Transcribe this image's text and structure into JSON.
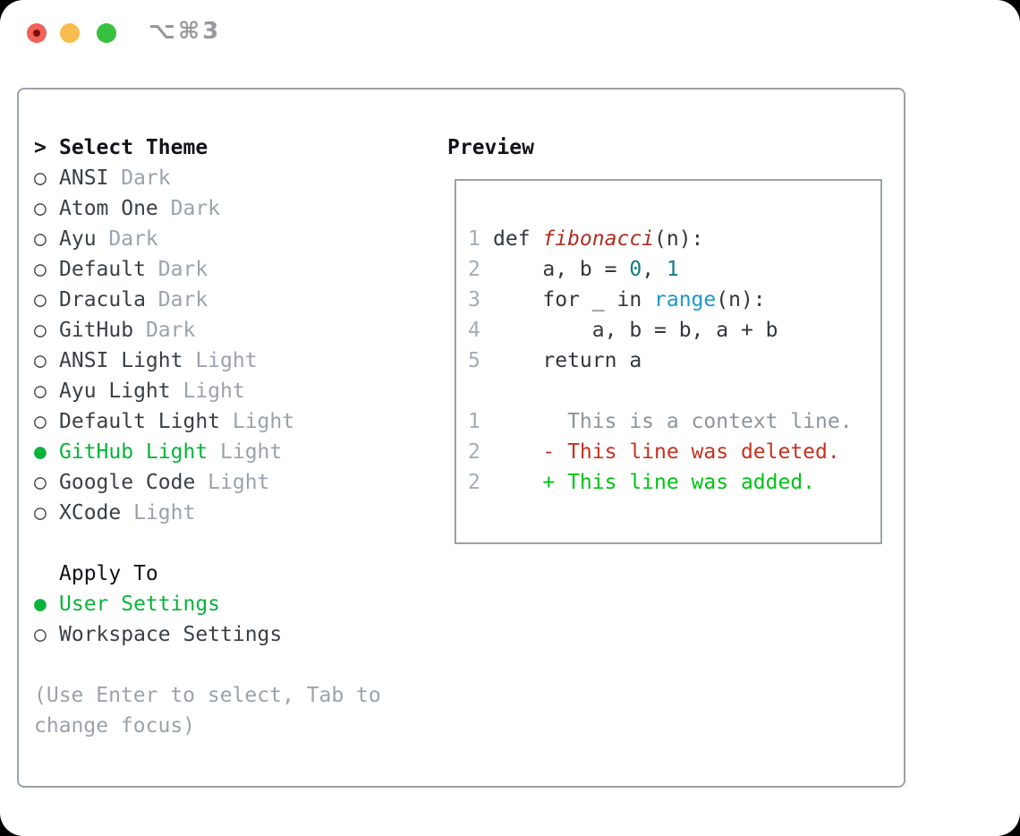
{
  "titlebar": {
    "shortcut_label": "⌥⌘3",
    "buttons": [
      "close",
      "minimize",
      "zoom"
    ]
  },
  "markers": {
    "prompt": ">",
    "radio_off": "○",
    "radio_on": "●"
  },
  "theme_list": {
    "title": "Select Theme",
    "items": [
      {
        "name": "ANSI",
        "variant": "Dark",
        "selected": false
      },
      {
        "name": "Atom One",
        "variant": "Dark",
        "selected": false
      },
      {
        "name": "Ayu",
        "variant": "Dark",
        "selected": false
      },
      {
        "name": "Default",
        "variant": "Dark",
        "selected": false
      },
      {
        "name": "Dracula",
        "variant": "Dark",
        "selected": false
      },
      {
        "name": "GitHub",
        "variant": "Dark",
        "selected": false
      },
      {
        "name": "ANSI Light",
        "variant": "Light",
        "selected": false
      },
      {
        "name": "Ayu Light",
        "variant": "Light",
        "selected": false
      },
      {
        "name": "Default Light",
        "variant": "Light",
        "selected": false
      },
      {
        "name": "GitHub Light",
        "variant": "Light",
        "selected": true
      },
      {
        "name": "Google Code",
        "variant": "Light",
        "selected": false
      },
      {
        "name": "XCode",
        "variant": "Light",
        "selected": false
      }
    ]
  },
  "apply_to": {
    "title": "Apply To",
    "options": [
      {
        "label": "User Settings",
        "selected": true
      },
      {
        "label": "Workspace Settings",
        "selected": false
      }
    ]
  },
  "hint_lines": [
    "(Use Enter to select, Tab to",
    "change focus)"
  ],
  "preview": {
    "title": "Preview",
    "code_lines": [
      {
        "num": "1",
        "tokens": [
          {
            "t": "def ",
            "s": "fg"
          },
          {
            "t": "fibonacci",
            "s": "func"
          },
          {
            "t": "(n):",
            "s": "fg"
          }
        ]
      },
      {
        "num": "2",
        "tokens": [
          {
            "t": "    a, b = ",
            "s": "fg"
          },
          {
            "t": "0",
            "s": "num"
          },
          {
            "t": ", ",
            "s": "fg"
          },
          {
            "t": "1",
            "s": "num"
          }
        ]
      },
      {
        "num": "3",
        "tokens": [
          {
            "t": "    for _ in ",
            "s": "fg"
          },
          {
            "t": "range",
            "s": "builtin"
          },
          {
            "t": "(n):",
            "s": "fg"
          }
        ]
      },
      {
        "num": "4",
        "tokens": [
          {
            "t": "        a, b = b, a + b",
            "s": "fg"
          }
        ]
      },
      {
        "num": "5",
        "tokens": [
          {
            "t": "    return a",
            "s": "fg"
          }
        ]
      }
    ],
    "diff_lines": [
      {
        "num": "1",
        "tokens": [
          {
            "t": "      This is a context line.",
            "s": "ctx"
          }
        ]
      },
      {
        "num": "2",
        "tokens": [
          {
            "t": "    - This line was deleted.",
            "s": "del"
          }
        ]
      },
      {
        "num": "2",
        "tokens": [
          {
            "t": "    + This line was added.",
            "s": "add"
          }
        ]
      }
    ]
  },
  "colors": {
    "accent_green": "#0ab33c",
    "diff_added": "#00c217",
    "diff_deleted": "#c8301e",
    "syntax_function": "#b12d23",
    "syntax_number": "#0f7e83",
    "syntax_builtin": "#1f96c9",
    "code_fg": "#32373d",
    "muted": "#9aa3ad",
    "line_number": "#a3acb6",
    "context_line": "#8d959d",
    "border": "#99a2ad",
    "heading": "#111418",
    "item_fg": "#3a4046",
    "marker": "#3c424a",
    "titlebar_text": "#98989d",
    "traffic_red": "#f2605a",
    "traffic_red_dot": "#7b0f08",
    "traffic_yellow": "#f6bd4e",
    "traffic_green": "#38c13f"
  }
}
